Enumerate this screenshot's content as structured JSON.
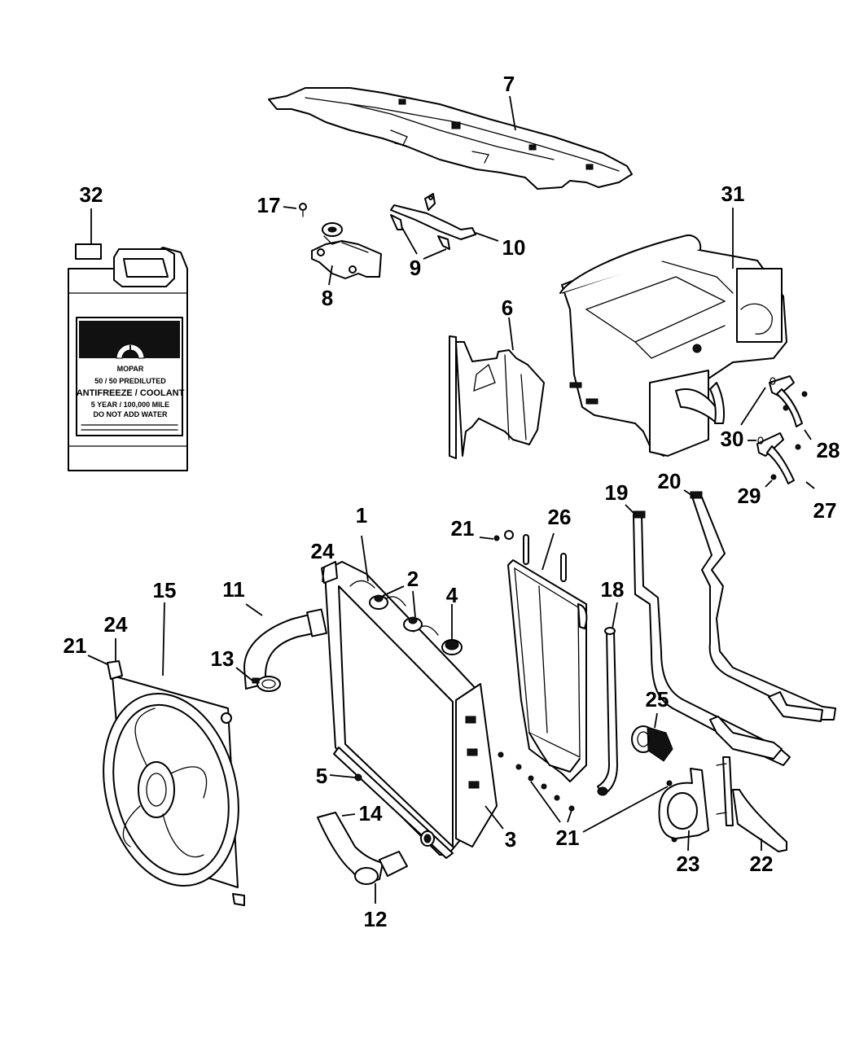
{
  "diagram": {
    "type": "exploded-parts-diagram",
    "subject": "Radiator / Cooling system components",
    "background_color": "#ffffff",
    "line_color": "#000000"
  },
  "coolant_jug": {
    "brand": "MOPAR",
    "line1": "50 / 50 PREDILUTED",
    "line2": "ANTIFREEZE / COOLANT",
    "line3": "5 YEAR / 100,000 MILE",
    "line4": "DO NOT ADD WATER"
  },
  "callouts": [
    {
      "id": "c1",
      "label": "1",
      "part": "radiator"
    },
    {
      "id": "c2a",
      "label": "2",
      "part": "radiator-cap-port"
    },
    {
      "id": "c2b",
      "label": "2",
      "part": "radiator-cap-port"
    },
    {
      "id": "c3",
      "label": "3",
      "part": "radiator-side-bracket"
    },
    {
      "id": "c4",
      "label": "4",
      "part": "radiator-cap"
    },
    {
      "id": "c5",
      "label": "5",
      "part": "drain-cock"
    },
    {
      "id": "c6",
      "label": "6",
      "part": "air-deflector"
    },
    {
      "id": "c7",
      "label": "7",
      "part": "upper-crossmember-cover"
    },
    {
      "id": "c8",
      "label": "8",
      "part": "upper-isolator-bracket"
    },
    {
      "id": "c9",
      "label": "9",
      "part": "bracket"
    },
    {
      "id": "c10",
      "label": "10",
      "part": "support-bracket"
    },
    {
      "id": "c11",
      "label": "11",
      "part": "upper-radiator-hose"
    },
    {
      "id": "c12",
      "label": "12",
      "part": "lower-radiator-hose"
    },
    {
      "id": "c13",
      "label": "13",
      "part": "hose-clamp"
    },
    {
      "id": "c14",
      "label": "14",
      "part": "hose-clamp"
    },
    {
      "id": "c15",
      "label": "15",
      "part": "fan-shroud-assembly"
    },
    {
      "id": "c17",
      "label": "17",
      "part": "bolt"
    },
    {
      "id": "c18",
      "label": "18",
      "part": "coolant-hose"
    },
    {
      "id": "c19",
      "label": "19",
      "part": "coolant-hose"
    },
    {
      "id": "c20",
      "label": "20",
      "part": "coolant-hose"
    },
    {
      "id": "c21a",
      "label": "21",
      "part": "screw"
    },
    {
      "id": "c21b",
      "label": "21",
      "part": "screw"
    },
    {
      "id": "c21c",
      "label": "21",
      "part": "screw"
    },
    {
      "id": "c22",
      "label": "22",
      "part": "bracket"
    },
    {
      "id": "c23",
      "label": "23",
      "part": "pump-bracket"
    },
    {
      "id": "c24a",
      "label": "24",
      "part": "isolator"
    },
    {
      "id": "c24b",
      "label": "24",
      "part": "isolator"
    },
    {
      "id": "c25",
      "label": "25",
      "part": "auxiliary-coolant-pump"
    },
    {
      "id": "c26",
      "label": "26",
      "part": "auxiliary-radiator"
    },
    {
      "id": "c27",
      "label": "27",
      "part": "coolant-tube"
    },
    {
      "id": "c28",
      "label": "28",
      "part": "coolant-tube"
    },
    {
      "id": "c29",
      "label": "29",
      "part": "bolt"
    },
    {
      "id": "c30",
      "label": "30",
      "part": "o-ring"
    },
    {
      "id": "c31",
      "label": "31",
      "part": "power-inverter-module"
    },
    {
      "id": "c32",
      "label": "32",
      "part": "antifreeze-coolant-jug"
    }
  ]
}
